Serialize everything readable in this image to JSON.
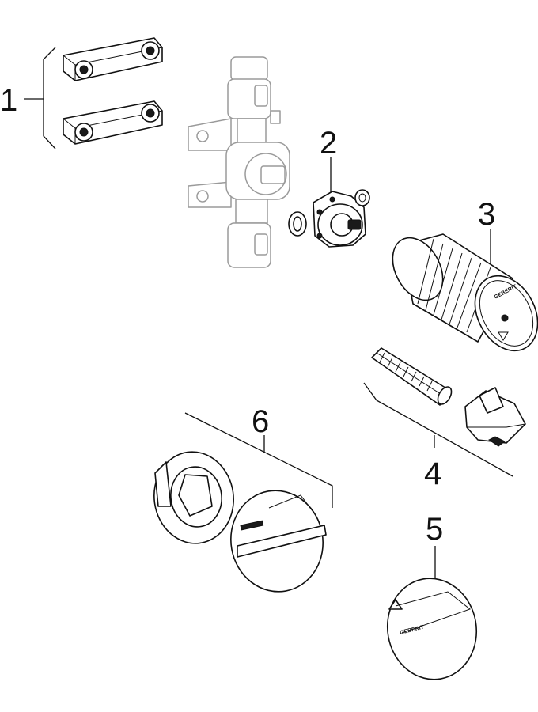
{
  "callouts": {
    "c1": "1",
    "c2": "2",
    "c3": "3",
    "c4": "4",
    "c5": "5",
    "c6": "6"
  },
  "brand": {
    "logo_text": "GEBERIT"
  },
  "colors": {
    "line": "#111111",
    "ghost_line": "#9a9a9a",
    "background": "#ffffff"
  }
}
